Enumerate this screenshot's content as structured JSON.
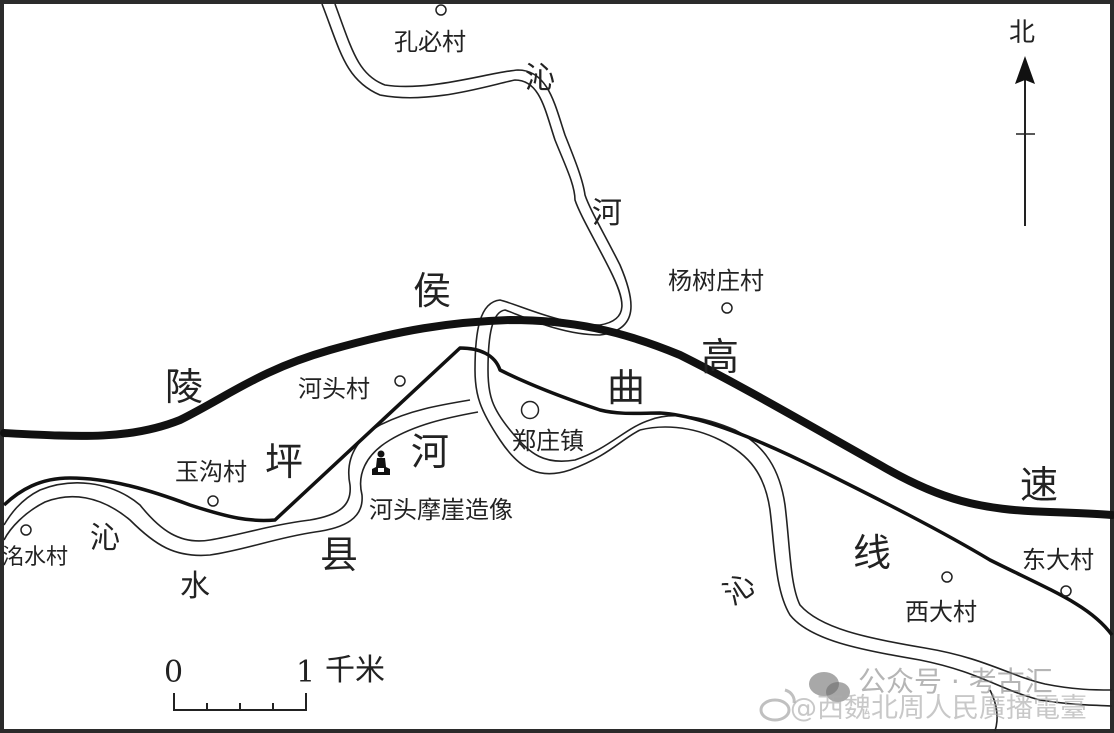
{
  "map": {
    "compass": {
      "label": "北"
    },
    "scale": {
      "start": "0",
      "end": "1",
      "unit": "千米"
    },
    "highway": {
      "chars": [
        "陵",
        "侯",
        "高",
        "速"
      ]
    },
    "county": {
      "chars": [
        "坪",
        "县"
      ]
    },
    "quhe_line": {
      "chars": [
        "河",
        "曲",
        "线"
      ]
    },
    "qinhe": {
      "chars": [
        "沁",
        "河"
      ]
    },
    "qinshui": {
      "chars": [
        "沁",
        "水"
      ]
    },
    "bottom_river_char": "沁",
    "villages": {
      "kongbi": "孔必村",
      "yangshuzhuang": "杨树庄村",
      "hetou": "河头村",
      "zhengzhuang": "郑庄镇",
      "yugou": "玉沟村",
      "luoshui": "洺水村",
      "xida": "西大村",
      "dongda": "东大村"
    },
    "site": {
      "label": "河头摩崖造像"
    }
  },
  "watermark": {
    "line1": "公众号 · 考古汇",
    "line2": "@西魏北周人民廣播電臺"
  }
}
